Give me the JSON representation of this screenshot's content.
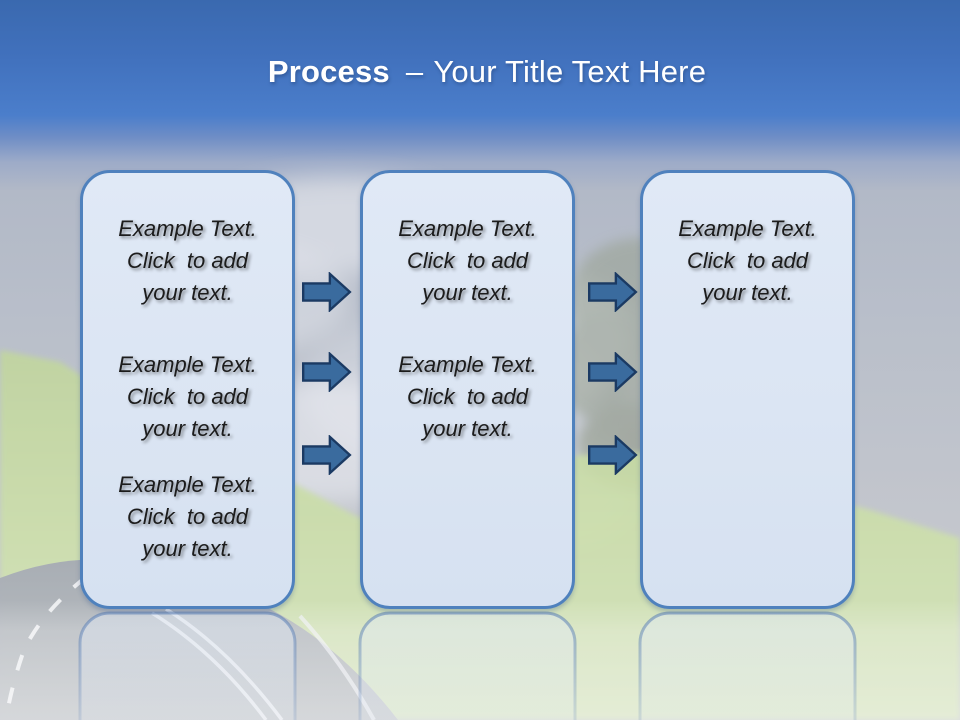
{
  "slide": {
    "title": {
      "bold": "Process",
      "separator": "–",
      "rest": "Your Title Text Here"
    }
  },
  "boxes": [
    {
      "paragraphs": [
        "Example Text.\nClick  to add\nyour text.",
        "Example Text.\nClick  to add\nyour text.",
        "Example Text.\nClick  to add\nyour text."
      ]
    },
    {
      "paragraphs": [
        "Example Text.\nClick  to add\nyour text.",
        "Example Text.\nClick  to add\nyour text."
      ]
    },
    {
      "paragraphs": [
        "Example Text.\nClick  to add\nyour text."
      ]
    }
  ],
  "icons": {
    "arrow": "right-arrow-icon"
  },
  "colors": {
    "header_top": "#3A69AF",
    "header_blue": "#4B7ECB",
    "haze_gray": "#B7BDC9",
    "box_fill": "#DCE6F4",
    "box_border": "#4F81BD",
    "arrow_fill": "#3A6B9E",
    "arrow_border": "#1B3A63",
    "title_color": "#FFFFFF",
    "body_text_color": "#1C1C1C",
    "grass_green": "#C8DBA6",
    "road_gray": "#A8ADB6"
  }
}
